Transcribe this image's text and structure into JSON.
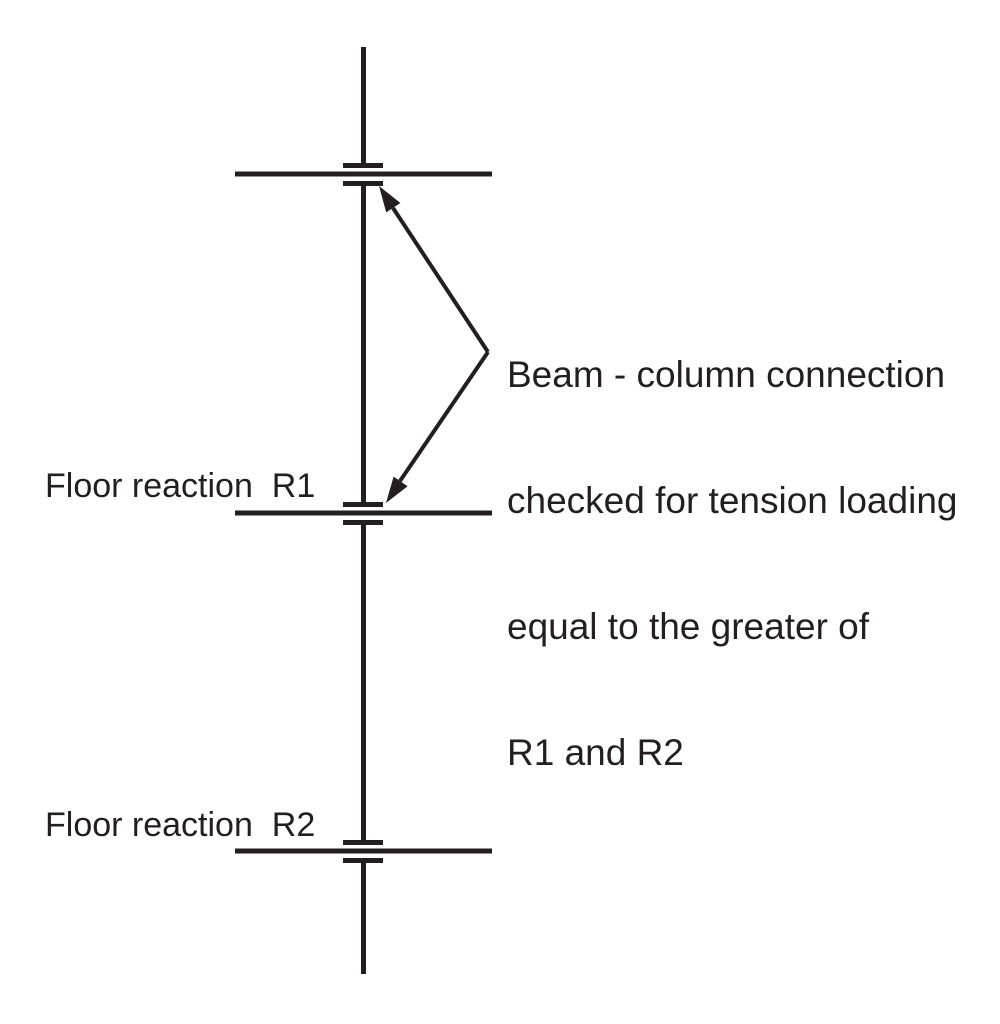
{
  "diagram": {
    "title_semantic": "Beam-column connection tension check diagram",
    "background_color": "#ffffff",
    "ink_color": "#231f20",
    "labels": {
      "floor_reaction_r1": "Floor reaction  R1",
      "floor_reaction_r2": "Floor reaction  R2"
    },
    "annotation": {
      "lines": [
        "Beam - column connection",
        "checked for tension loading",
        "equal to the greater of",
        "R1 and R2"
      ]
    }
  }
}
